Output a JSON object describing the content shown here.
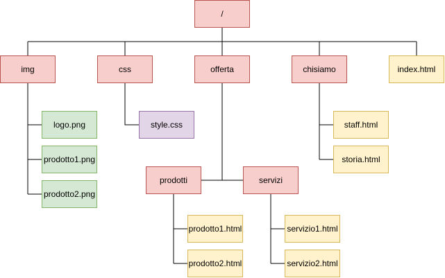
{
  "tree": {
    "root": {
      "label": "/"
    },
    "folders": {
      "img": "img",
      "css": "css",
      "offerta": "offerta",
      "chisiamo": "chisiamo",
      "prodotti": "prodotti",
      "servizi": "servizi"
    },
    "files": {
      "index": "index.html",
      "logo": "logo.png",
      "prodotto1_png": "prodotto1.png",
      "prodotto2_png": "prodotto2.png",
      "style": "style.css",
      "staff": "staff.html",
      "storia": "storia.html",
      "prodotto1_html": "prodotto1.html",
      "prodotto2_html": "prodotto2.html",
      "servizio1": "servizio1.html",
      "servizio2": "servizio2.html"
    }
  },
  "colors": {
    "folder_fill": "#f8cecc",
    "folder_stroke": "#b85450",
    "image_fill": "#d5e8d4",
    "image_stroke": "#82b366",
    "style_fill": "#e1d5e7",
    "style_stroke": "#9673a6",
    "page_fill": "#fff2cc",
    "page_stroke": "#d6b656"
  }
}
